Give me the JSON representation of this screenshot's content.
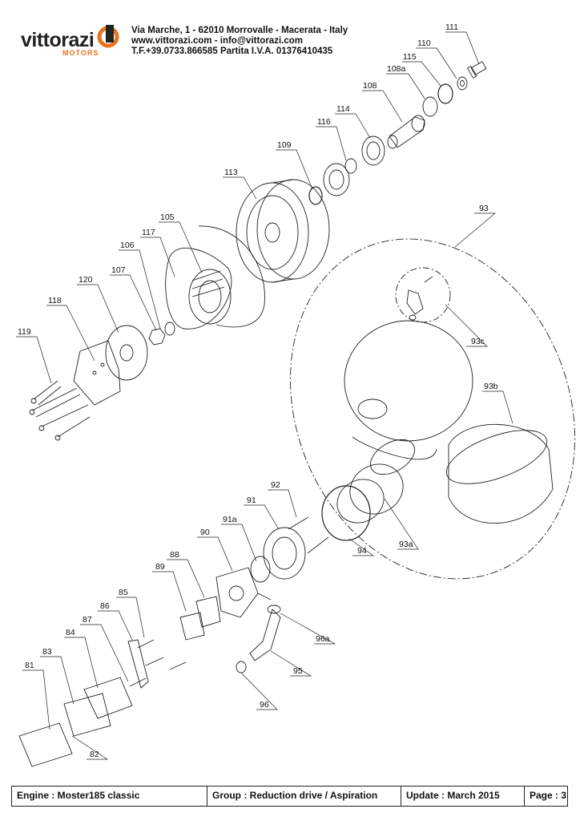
{
  "header": {
    "brand": "vittorazi",
    "brand_sub": "MOTORS",
    "address_line": "Via Marche, 1 - 62010 Morrovalle - Macerata - Italy",
    "web_line": "www.vittorazi.com - info@vittorazi.com",
    "phone_line": "T.F.+39.0733.866585  Partita I.V.A.  01376410435"
  },
  "labels": {
    "l111": "111",
    "l110": "110",
    "l115": "115",
    "l108a": "108a",
    "l108": "108",
    "l114": "114",
    "l116": "116",
    "l109": "109",
    "l113": "113",
    "l105": "105",
    "l117": "117",
    "l106": "106",
    "l107": "107",
    "l120": "120",
    "l118": "118",
    "l119": "119",
    "l93": "93",
    "l93c": "93c",
    "l93b": "93b",
    "l92": "92",
    "l91": "91",
    "l91a": "91a",
    "l90": "90",
    "l88": "88",
    "l89": "89",
    "l85": "85",
    "l86": "86",
    "l87": "87",
    "l84": "84",
    "l83": "83",
    "l81": "81",
    "l82": "82",
    "l94": "94",
    "l93a": "93a",
    "l96a": "96a",
    "l95": "95",
    "l96": "96"
  },
  "footer": {
    "engine": "Engine : Moster185 classic",
    "group": "Group : Reduction drive / Aspiration",
    "update": "Update : March 2015",
    "page": "Page : 3"
  }
}
